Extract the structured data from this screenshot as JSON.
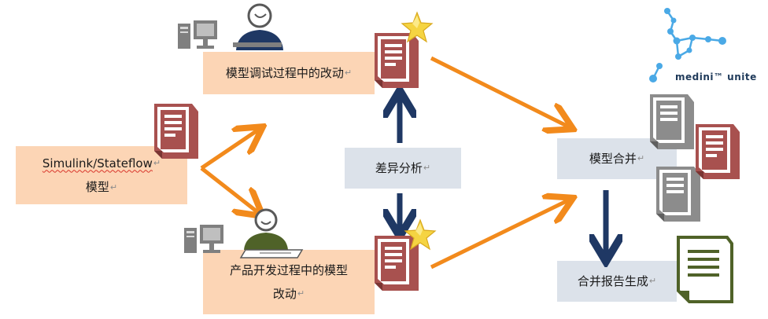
{
  "diagram": {
    "boxes": {
      "source_model": {
        "line1": "Simulink/Stateflow",
        "line2": "模型"
      },
      "debug_changes": {
        "text": "模型调试过程中的改动"
      },
      "dev_changes": {
        "line1": "产品开发过程中的模型",
        "line2": "改动"
      },
      "diff_analysis": {
        "text": "差异分析"
      },
      "model_merge": {
        "text": "模型合并"
      },
      "merge_report": {
        "text": "合并报告生成"
      }
    },
    "paragraph_mark": "↵",
    "logo": {
      "text": "medini™ unite"
    },
    "colors": {
      "arrow_orange": "#f28a1c",
      "arrow_navy": "#1f3864",
      "doc_red": "#a8514f",
      "doc_gray": "#8c8c8c",
      "box_peach": "#fcd5b5",
      "box_slate": "#dce2ea",
      "logo_blue": "#4aa9e6"
    },
    "icons": [
      "computer-icon",
      "engineer-icon",
      "document-icon",
      "star-icon",
      "molecule-logo-icon",
      "report-document-icon"
    ]
  }
}
